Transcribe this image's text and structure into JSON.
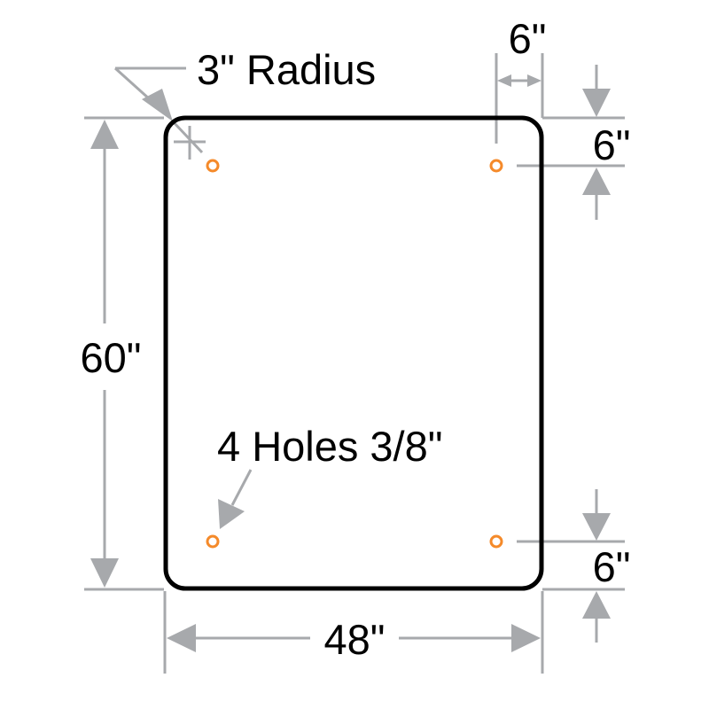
{
  "sign": {
    "width_label": "48\"",
    "height_label": "60\"",
    "radius_label": "3\" Radius",
    "holes_label": "4 Holes 3/8\"",
    "top_hole_offset_x_label": "6\"",
    "top_hole_offset_y_label": "6\"",
    "bottom_hole_offset_y_label": "6\""
  },
  "colors": {
    "outline": "#000000",
    "dimension": "#a7a9ac",
    "hole": "#f58a2a"
  }
}
